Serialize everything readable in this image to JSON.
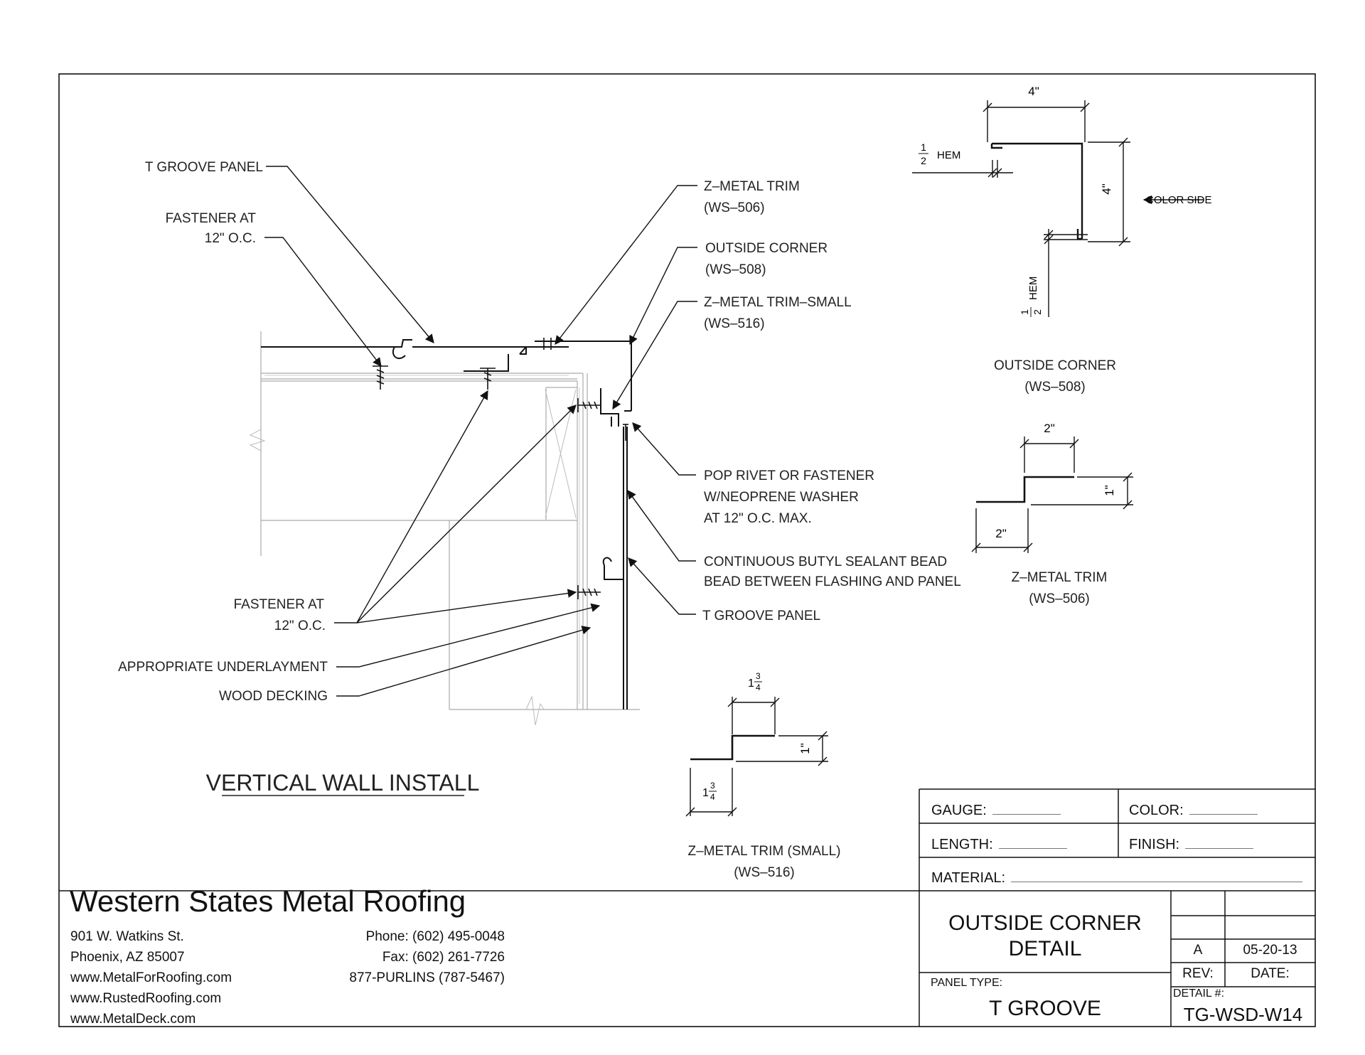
{
  "labels": {
    "t_groove_panel_top": "T GROOVE PANEL",
    "fastener_top_1": "FASTENER AT",
    "fastener_top_2": "12\" O.C.",
    "z_metal_trim_1": "Z–METAL TRIM",
    "z_metal_trim_2": "(WS–506)",
    "outside_corner_1": "OUTSIDE CORNER",
    "outside_corner_2": "(WS–508)",
    "z_metal_trim_small_1": "Z–METAL TRIM–SMALL",
    "z_metal_trim_small_2": "(WS–516)",
    "pop_rivet_1": "POP RIVET OR FASTENER",
    "pop_rivet_2": "W/NEOPRENE WASHER",
    "pop_rivet_3": "AT 12\" O.C. MAX.",
    "sealant_1": "CONTINUOUS BUTYL SEALANT BEAD",
    "sealant_2": "BEAD BETWEEN FLASHING AND PANEL",
    "t_groove_panel_bottom": "T GROOVE PANEL",
    "fastener_bottom_1": "FASTENER AT",
    "fastener_bottom_2": "12\" O.C.",
    "underlayment": "APPROPRIATE UNDERLAYMENT",
    "wood_decking": "WOOD DECKING",
    "vertical_wall_install": "VERTICAL WALL INSTALL"
  },
  "details": {
    "outside_corner": {
      "dim_top": "4\"",
      "dim_side": "4\"",
      "hem_top": "HEM",
      "hem_side": "HEM",
      "half_num": "1",
      "half_den": "2",
      "color_side": "COLOR SIDE",
      "title_1": "OUTSIDE CORNER",
      "title_2": "(WS–508)"
    },
    "z_trim": {
      "dim_top": "2\"",
      "dim_bottom": "2\"",
      "dim_rise": "1\"",
      "title_1": "Z–METAL TRIM",
      "title_2": "(WS–506)"
    },
    "z_trim_small": {
      "dim_top_whole": "1",
      "dim_top_num": "3",
      "dim_top_den": "4",
      "dim_bottom_whole": "1",
      "dim_bottom_num": "3",
      "dim_bottom_den": "4",
      "dim_rise": "1\"",
      "title_1": "Z–METAL TRIM (SMALL)",
      "title_2": "(WS–516)"
    }
  },
  "title_block": {
    "company": "Western States Metal Roofing",
    "address_1": "901 W. Watkins St.",
    "address_2": "Phoenix, AZ 85007",
    "web_1": "www.MetalForRoofing.com",
    "web_2": "www.RustedRoofing.com",
    "web_3": "www.MetalDeck.com",
    "phone": "Phone: (602) 495-0048",
    "fax": "Fax: (602) 261-7726",
    "tollfree": "877-PURLINS (787-5467)",
    "gauge_label": "GAUGE:",
    "color_label": "COLOR:",
    "length_label": "LENGTH:",
    "finish_label": "FINISH:",
    "material_label": "MATERIAL:",
    "detail_title_1": "OUTSIDE CORNER",
    "detail_title_2": "DETAIL",
    "panel_type_label": "PANEL TYPE:",
    "panel_type": "T GROOVE",
    "rev_value": "A",
    "date_value": "05-20-13",
    "rev_label": "REV:",
    "date_label": "DATE:",
    "detail_no_label": "DETAIL #:",
    "detail_no": "TG-WSD-W14"
  }
}
